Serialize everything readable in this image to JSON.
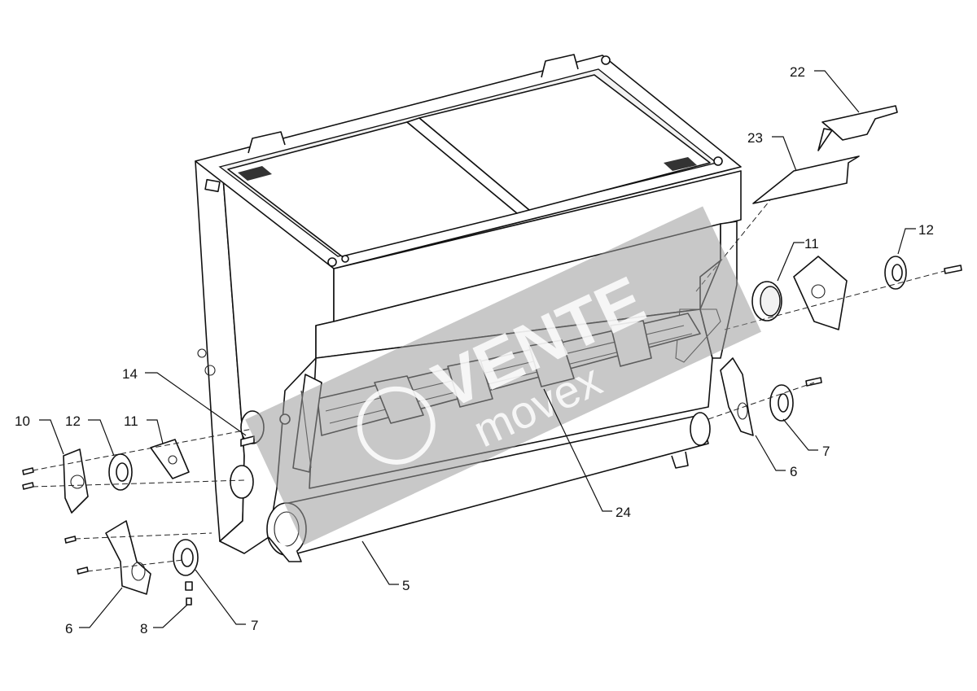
{
  "callouts": [
    {
      "id": "c10",
      "label": "10"
    },
    {
      "id": "c12a",
      "label": "12"
    },
    {
      "id": "c11a",
      "label": "11"
    },
    {
      "id": "c14",
      "label": "14"
    },
    {
      "id": "c6a",
      "label": "6"
    },
    {
      "id": "c8",
      "label": "8"
    },
    {
      "id": "c7a",
      "label": "7"
    },
    {
      "id": "c5",
      "label": "5"
    },
    {
      "id": "c24",
      "label": "24"
    },
    {
      "id": "c6b",
      "label": "6"
    },
    {
      "id": "c7b",
      "label": "7"
    },
    {
      "id": "c11b",
      "label": "11"
    },
    {
      "id": "c12b",
      "label": "12"
    },
    {
      "id": "c23",
      "label": "23"
    },
    {
      "id": "c22",
      "label": "22"
    }
  ],
  "watermark": {
    "brand": "VENTE",
    "sub": "movex",
    "color": "#9a9a9a"
  }
}
